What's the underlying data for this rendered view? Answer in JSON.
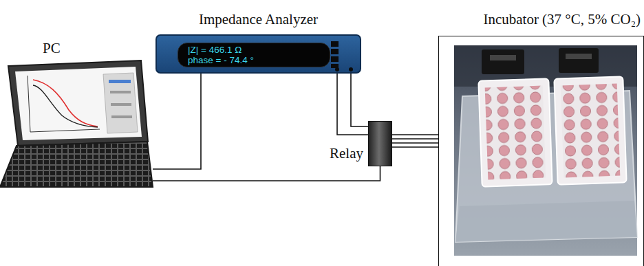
{
  "diagram": {
    "nodes": [
      {
        "text": [
          "PC"
        ]
      },
      {
        "text": [
          "Impedance Analyzer"
        ]
      },
      {
        "text": [
          "|Z| = 466.1 Ω",
          "phase = - 74.4 °"
        ],
        "in": 1
      },
      {
        "text": [
          "Relay"
        ]
      },
      {
        "text": [
          "Incubator (37 °C, 5% CO₂)"
        ]
      }
    ],
    "edges": [
      {
        "from": 0,
        "to": 1,
        "arrow": "none"
      },
      {
        "from": 0,
        "to": 3,
        "arrow": "none"
      },
      {
        "from": 1,
        "to": 3,
        "arrow": "none"
      },
      {
        "from": 1,
        "to": 3,
        "arrow": "none"
      },
      {
        "from": 3,
        "to": 4,
        "arrow": "none"
      },
      {
        "from": 3,
        "to": 4,
        "arrow": "none"
      },
      {
        "from": 3,
        "to": 4,
        "arrow": "none"
      },
      {
        "from": 3,
        "to": 4,
        "arrow": "none"
      }
    ]
  }
}
